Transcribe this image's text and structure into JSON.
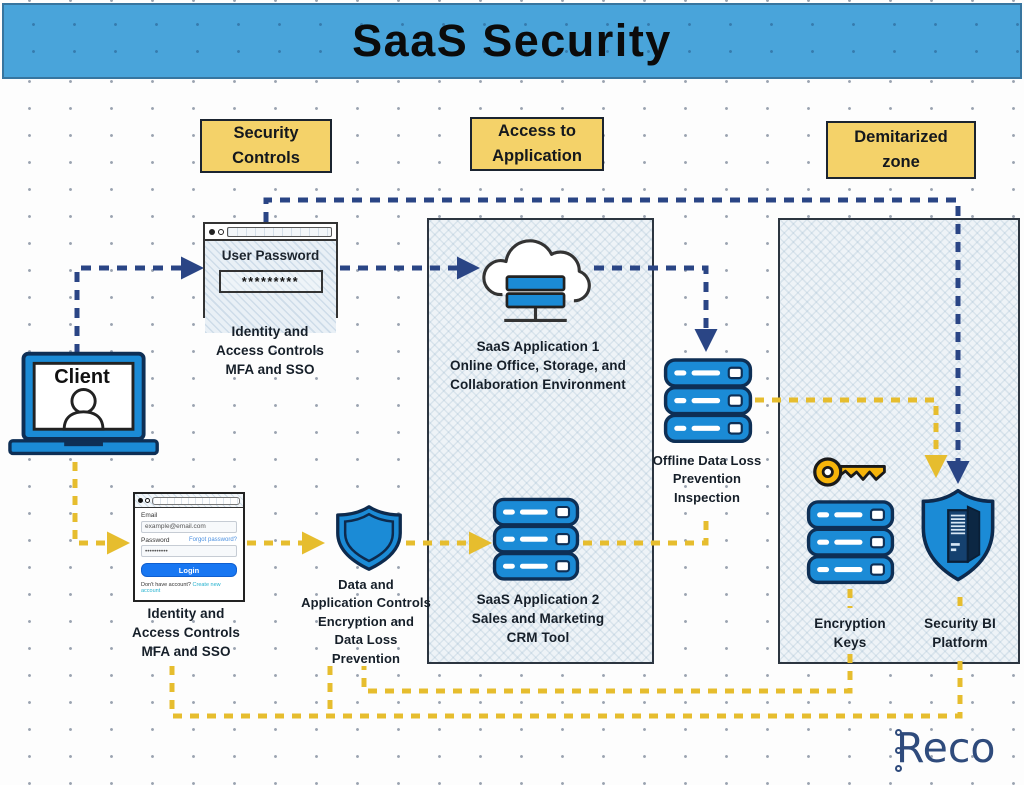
{
  "header": {
    "title": "SaaS Security"
  },
  "zone_labels": {
    "security_controls": "Security\nControls",
    "access_to_application": "Access to\nApplication",
    "demilitarized_zone": "Demitarized\nzone"
  },
  "client": {
    "label": "Client"
  },
  "password_window": {
    "heading": "User Password",
    "password_value": "*********",
    "caption": "Identity and\nAccess Controls\nMFA and SSO"
  },
  "login_window": {
    "email_label": "Email",
    "email_value": "example@email.com",
    "password_label": "Password",
    "forgot_password_link": "Forgot password?",
    "password_value": "••••••••••",
    "login_button": "Login",
    "signup_prompt": "Don't have account?",
    "signup_link": "Create new account",
    "caption": "Identity and\nAccess Controls\nMFA and SSO"
  },
  "data_controls": {
    "caption": "Data and\nApplication Controls\nEncryption and\nData Loss\nPrevention"
  },
  "saas_apps": {
    "app1_caption": "SaaS Application 1\nOnline Office, Storage, and\nCollaboration Environment",
    "app2_caption": "SaaS Application 2\nSales and Marketing\nCRM Tool"
  },
  "offline_dlp": {
    "caption": "Offline Data Loss\nPrevention\nInspection"
  },
  "dmz": {
    "encryption_keys_caption": "Encryption\nKeys",
    "security_bi_caption": "Security BI\nPlatform"
  },
  "logo": {
    "text": "Reco"
  },
  "colors": {
    "header_blue": "#49a4da",
    "shape_blue": "#1b8bd6",
    "outline_navy": "#0e2f55",
    "arrow_blue": "#2a4585",
    "arrow_yellow": "#e6bd2e",
    "zone_yellow": "#f4d269",
    "key_yellow": "#f6b40a",
    "login_button_blue": "#1877f2",
    "link_blue": "#4a8fe0",
    "link_teal": "#25b2cf",
    "logo_navy": "#2f4b7c"
  }
}
